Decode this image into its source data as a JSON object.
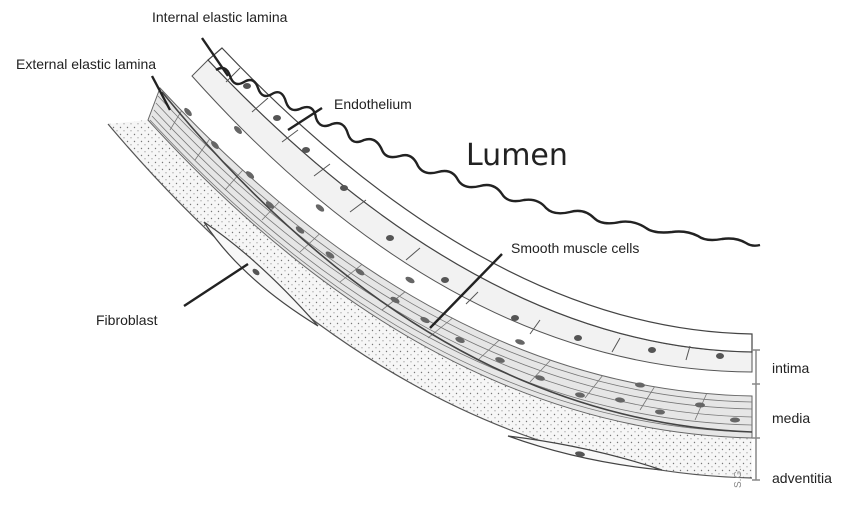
{
  "labels": {
    "internal_elastic_lamina": "Internal elastic lamina",
    "external_elastic_lamina": "External elastic lamina",
    "endothelium": "Endothelium",
    "lumen": "Lumen",
    "smooth_muscle_cells": "Smooth muscle cells",
    "fibroblast": "Fibroblast"
  },
  "layers": [
    "intima",
    "media",
    "adventitia"
  ],
  "signature": "S.G."
}
